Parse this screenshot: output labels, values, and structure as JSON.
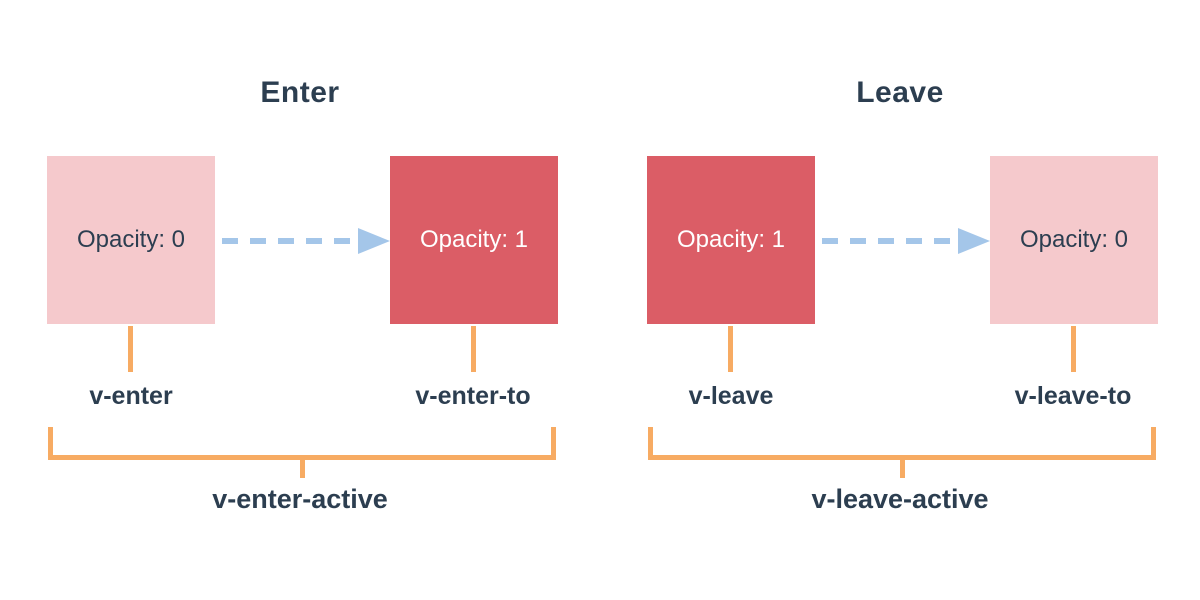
{
  "colors": {
    "pink": "#f5c9cc",
    "red": "#db5d66",
    "orange": "#f7ab63",
    "arrow_blue": "#a4c6e9",
    "text_dark": "#2c3e50",
    "text_light": "#ffffff",
    "bg": "#ffffff"
  },
  "groups": [
    {
      "id": "enter",
      "title": "Enter",
      "from": {
        "text": "Opacity: 0",
        "variant": "pink"
      },
      "to": {
        "text": "Opacity: 1",
        "variant": "red"
      },
      "from_label": "v-enter",
      "to_label": "v-enter-to",
      "active_label": "v-enter-active"
    },
    {
      "id": "leave",
      "title": "Leave",
      "from": {
        "text": "Opacity: 1",
        "variant": "red"
      },
      "to": {
        "text": "Opacity: 0",
        "variant": "pink"
      },
      "from_label": "v-leave",
      "to_label": "v-leave-to",
      "active_label": "v-leave-active"
    }
  ]
}
